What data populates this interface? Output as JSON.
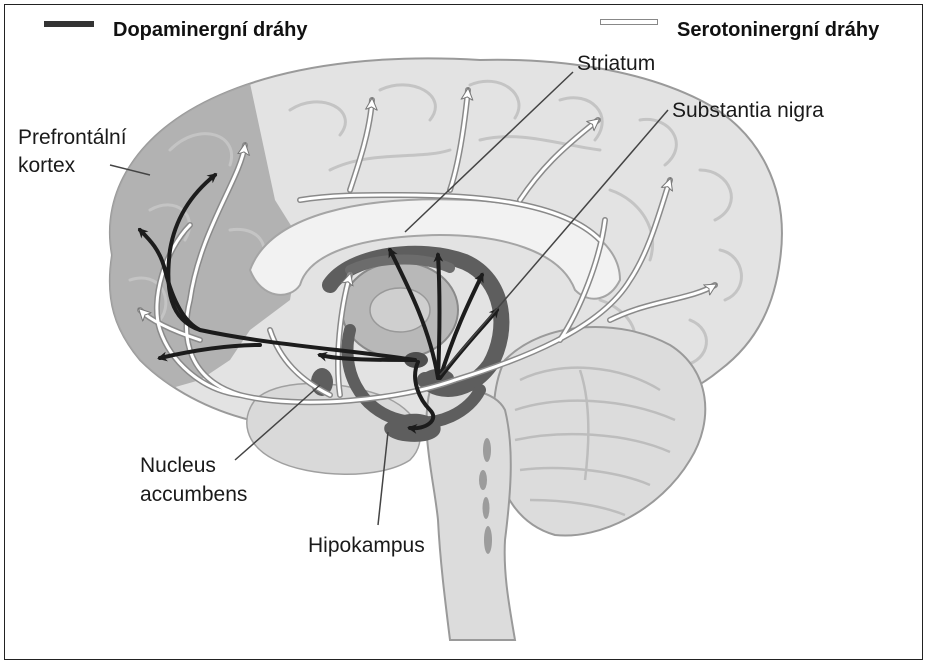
{
  "legend": {
    "dopamine": {
      "label": "Dopaminergní dráhy",
      "color": "#333333"
    },
    "serotonin": {
      "label": "Serotoninergní dráhy",
      "color": "#ffffff"
    }
  },
  "labels": {
    "striatum": "Striatum",
    "substantia_nigra": "Substantia nigra",
    "prefrontal_line1": "Prefrontální",
    "prefrontal_line2": "kortex",
    "nucleus_line1": "Nucleus",
    "nucleus_line2": "accumbens",
    "hippocampus": "Hipokampus"
  },
  "colors": {
    "brain_fill": "#e3e3e3",
    "prefrontal_shade": "#a9a9a9",
    "structure_dark": "#5e5e5e",
    "pathway_dark": "#1c1c1c"
  }
}
